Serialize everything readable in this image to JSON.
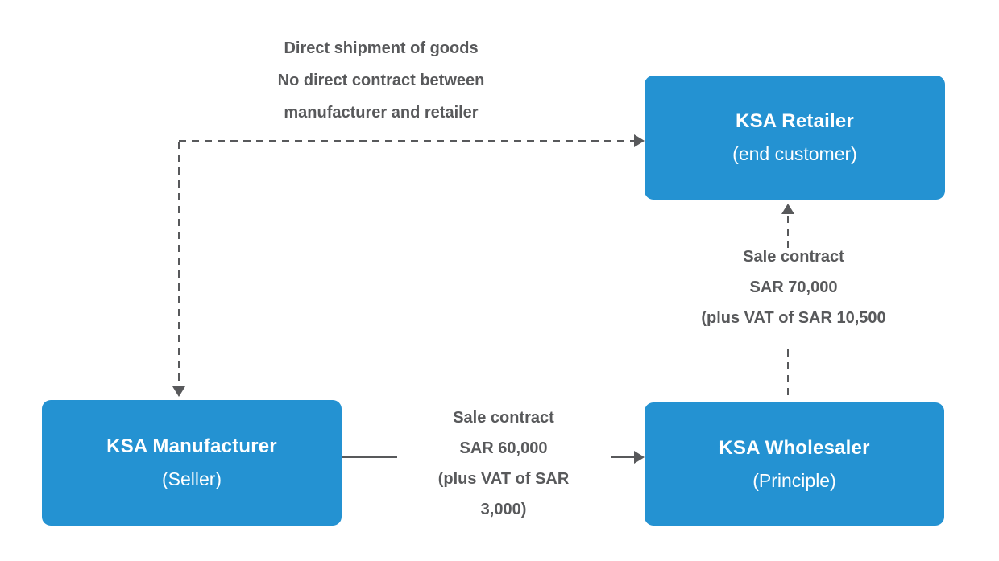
{
  "diagram": {
    "background": "#ffffff",
    "colors": {
      "node_fill": "#2492d2",
      "node_text": "#ffffff",
      "label_text": "#58595b",
      "connector": "#58595b"
    },
    "nodes": [
      {
        "id": "ksa-retailer",
        "title": "KSA Retailer",
        "subtitle": "(end customer)"
      },
      {
        "id": "ksa-manufacturer",
        "title": "KSA Manufacturer",
        "subtitle": "(Seller)"
      },
      {
        "id": "ksa-wholesaler",
        "title": "KSA Wholesaler",
        "subtitle": "(Principle)"
      }
    ],
    "annotations": {
      "direct_shipment": {
        "lines": [
          "Direct shipment of goods",
          "No direct contract between",
          "manufacturer and retailer"
        ]
      },
      "wholesaler_to_retailer": {
        "lines": [
          "Sale contract",
          "SAR 70,000",
          "(plus VAT of SAR 10,500"
        ]
      },
      "manufacturer_to_wholesaler": {
        "lines": [
          "Sale contract",
          "SAR 60,000",
          "(plus VAT of SAR",
          "3,000)"
        ]
      }
    }
  }
}
